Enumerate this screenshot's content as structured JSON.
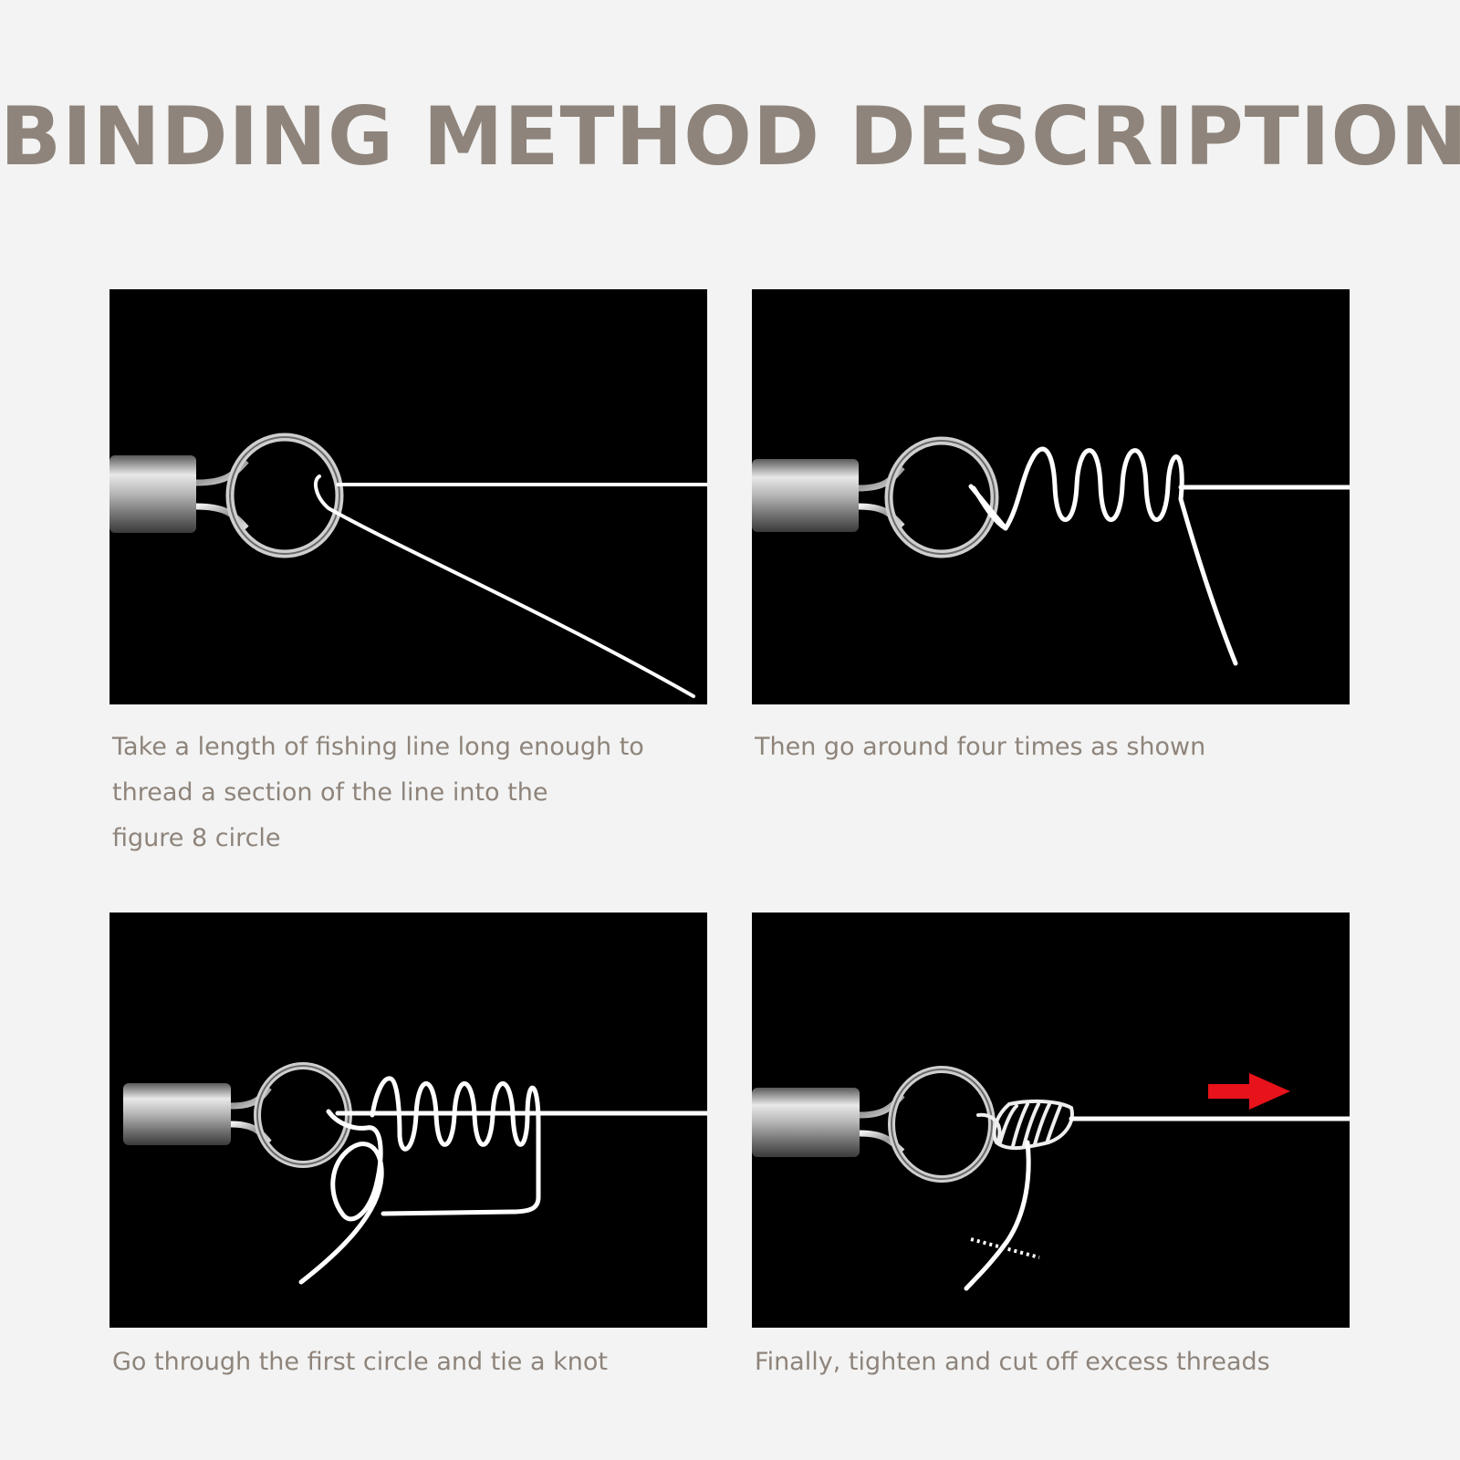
{
  "title": "BINDING METHOD DESCRIPTION",
  "colors": {
    "background": "#f3f3f3",
    "title": "#8e847b",
    "caption": "#8e847b",
    "panel": "#000000",
    "line": "#ffffff",
    "arrow": "#e8121a"
  },
  "steps": [
    {
      "caption": "Take a length of fishing line long enough to\nthread a section of the line into the\nfigure 8 circle"
    },
    {
      "caption": "Then go around four times as shown"
    },
    {
      "caption": "Go through the first circle and tie a knot"
    },
    {
      "caption": "Finally, tighten and cut off excess threads"
    }
  ]
}
